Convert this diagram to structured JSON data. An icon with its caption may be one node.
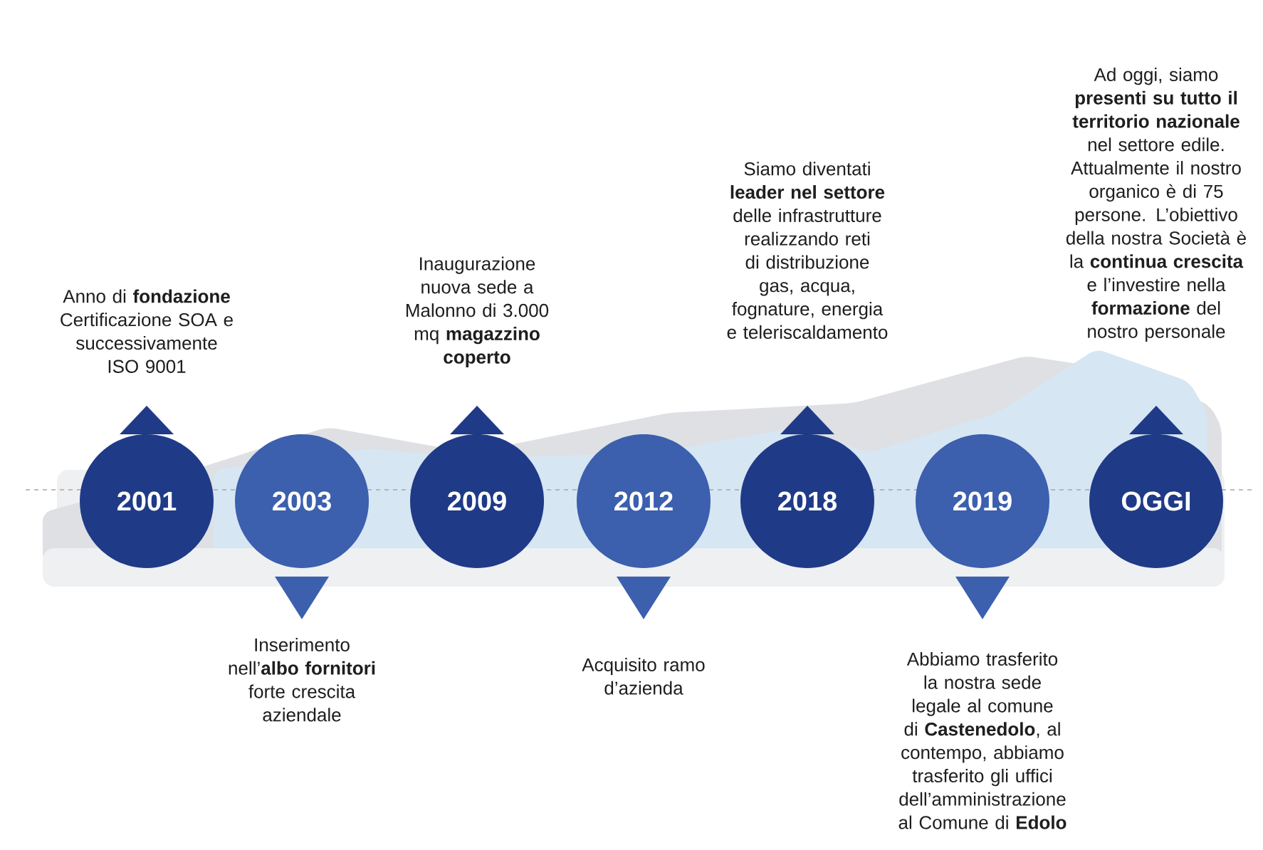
{
  "diagram": {
    "nodes": [
      {
        "text": [
          "2001"
        ]
      },
      {
        "text": [
          "2003"
        ]
      },
      {
        "text": [
          "2009"
        ]
      },
      {
        "text": [
          "2012"
        ]
      },
      {
        "text": [
          "2018"
        ]
      },
      {
        "text": [
          "2019"
        ]
      },
      {
        "text": [
          "OGGI"
        ]
      },
      {
        "text": [
          "Anno di **fondazione** Certificazione SOA e successivamente ISO 9001"
        ]
      },
      {
        "text": [
          "Inserimento nell’**albo fornitori** forte crescita aziendale"
        ]
      },
      {
        "text": [
          "Inaugurazione nuova sede a Malonno di 3.000 mq **magazzino coperto**"
        ]
      },
      {
        "text": [
          "Acquisito ramo d’azienda"
        ]
      },
      {
        "text": [
          "Siamo diventati **leader nel settore** delle infrastrutture realizzando reti di distribuzione gas, acqua, fognature, energia e teleriscaldamento"
        ]
      },
      {
        "text": [
          "Abbiamo trasferito la nostra sede legale al comune di **Castenedolo**, al contempo, abbiamo trasferito gli uffici dell’amministrazione al Comune di **Edolo**"
        ]
      },
      {
        "text": [
          "Ad oggi, siamo **presenti su tutto il territorio nazionale** nel settore edile. Attualmente il nostro organico è di 75 persone. L’obiettivo della nostra Società è la **continua crescita** e l’investire nella **formazione** del nostro personale"
        ]
      }
    ],
    "edges": [
      {
        "from": 0,
        "to": 7,
        "arrow": "to"
      },
      {
        "from": 1,
        "to": 8,
        "arrow": "to",
        "color": "#3c5fae"
      },
      {
        "from": 2,
        "to": 9,
        "arrow": "to"
      },
      {
        "from": 3,
        "to": 10,
        "arrow": "to",
        "color": "#3c5fae"
      },
      {
        "from": 4,
        "to": 11,
        "arrow": "to"
      },
      {
        "from": 5,
        "to": 12,
        "arrow": "to",
        "color": "#3c5fae"
      },
      {
        "from": 6,
        "to": 13,
        "arrow": "to"
      }
    ]
  }
}
